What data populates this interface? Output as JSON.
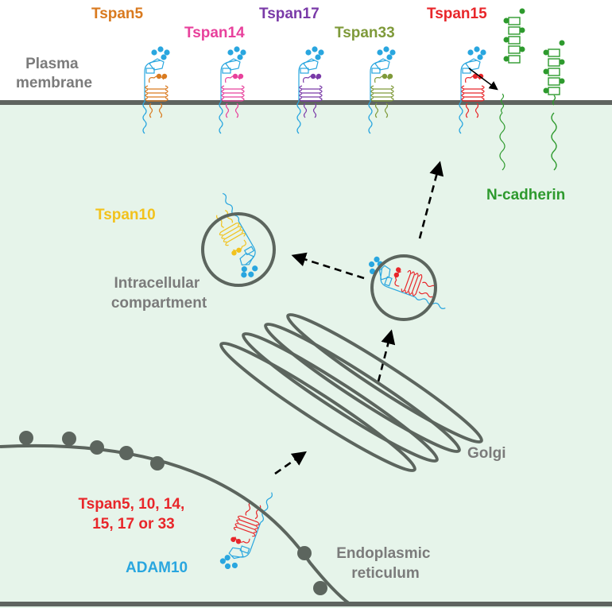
{
  "membrane_label": [
    "Plasma",
    "membrane"
  ],
  "tetraspanins": [
    {
      "name": "Tspan5",
      "color": "#d97a1f"
    },
    {
      "name": "Tspan14",
      "color": "#e8419c"
    },
    {
      "name": "Tspan17",
      "color": "#7a3aa8"
    },
    {
      "name": "Tspan33",
      "color": "#7f9a3a"
    },
    {
      "name": "Tspan15",
      "color": "#e8262a"
    }
  ],
  "ncadherin": {
    "name": "N-cadherin",
    "color": "#2e9a2e"
  },
  "tspan10": {
    "name": "Tspan10",
    "color": "#f2c21c"
  },
  "compartment_label": [
    "Intracellular",
    "compartment"
  ],
  "golgi_label": "Golgi",
  "er_label": [
    "Endoplasmic",
    "reticulum"
  ],
  "er_tspans_label": [
    "Tspan5, 10, 14,",
    "15, 17 or 33"
  ],
  "er_tspans_color": "#e8262a",
  "adam10": {
    "name": "ADAM10",
    "color": "#29a6df"
  },
  "colors": {
    "cytoplasm": "#e6f4ea",
    "membrane": "#5f6460",
    "organelle": "#5c655e",
    "label_gray": "#7b7b7b"
  }
}
